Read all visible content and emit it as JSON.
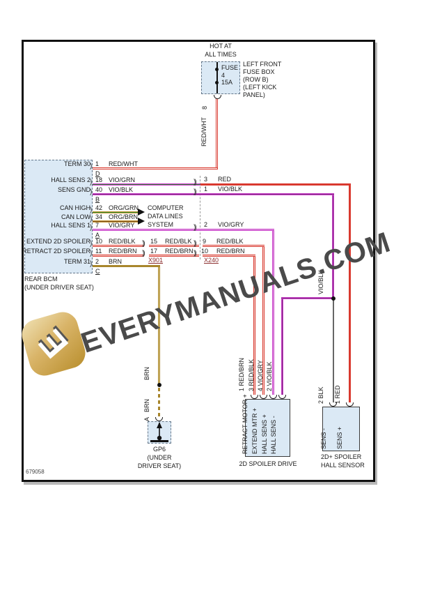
{
  "frame_code": "679058",
  "watermark": {
    "text": "EVERYMANUALS.COM",
    "logo_letter": "E"
  },
  "colors": {
    "red": "#d9392f",
    "violet": "#cf3fcf",
    "orange": "#c79738",
    "brown": "#a8862c",
    "box_fill": "#dbe9f5",
    "watermark": "#4a4a4a"
  },
  "fuse": {
    "hot_line1": "HOT AT",
    "hot_line2": "ALL TIMES",
    "label": "FUSE",
    "number": "4",
    "rating": "15A",
    "location": [
      "LEFT FRONT",
      "FUSE BOX",
      "(ROW B)",
      "(LEFT KICK",
      "PANEL)"
    ],
    "pin": "8"
  },
  "vertical_labels": {
    "red_wht": "RED/WHT",
    "vio_blk": "VIO/BLK",
    "brn_upper": "BRN",
    "brn_lower": "BRN",
    "gnd_pin": "A"
  },
  "bcm": {
    "title": [
      "REAR BCM",
      "(UNDER DRIVER SEAT)"
    ],
    "rows": [
      {
        "label": "TERM 30",
        "pin": "1",
        "wire": "RED/WHT",
        "letter": "D"
      },
      {
        "label": "HALL SENS 2",
        "pin": "18",
        "wire": "VIO/GRN",
        "letter": ""
      },
      {
        "label": "SENS GND",
        "pin": "40",
        "wire": "VIO/BLK",
        "letter": "B"
      },
      {
        "label": "CAN HIGH",
        "pin": "42",
        "wire": "ORG/GRN",
        "letter": ""
      },
      {
        "label": "CAN LOW",
        "pin": "34",
        "wire": "ORG/BRN",
        "letter": ""
      },
      {
        "label": "HALL SENS 1",
        "pin": "7",
        "wire": "VIO/GRY",
        "letter": "A"
      },
      {
        "label": "EXTEND 2D SPOILER",
        "pin": "10",
        "wire": "RED/BLK",
        "letter": ""
      },
      {
        "label": "RETRACT 2D SPOILER",
        "pin": "11",
        "wire": "RED/BRN",
        "letter": ""
      },
      {
        "label": "TERM 31",
        "pin": "2",
        "wire": "BRN",
        "letter": "C"
      }
    ]
  },
  "computer": {
    "lines": [
      "COMPUTER",
      "DATA LINES",
      "SYSTEM"
    ]
  },
  "x901": {
    "name": "X901",
    "rows": [
      {
        "pin": "15",
        "wire": "RED/BLK"
      },
      {
        "pin": "17",
        "wire": "RED/BRN"
      }
    ]
  },
  "x240": {
    "name": "X240",
    "rows": [
      {
        "pin": "3",
        "wire": "RED"
      },
      {
        "pin": "1",
        "wire": "VIO/BLK"
      },
      {
        "pin": "2",
        "wire": "VIO/GRY"
      },
      {
        "pin": "9",
        "wire": "RED/BLK"
      },
      {
        "pin": "10",
        "wire": "RED/BRN"
      }
    ]
  },
  "ground": {
    "name": "GP6",
    "location": [
      "(UNDER",
      "DRIVER SEAT)"
    ]
  },
  "drive": {
    "title": "2D SPOILER DRIVE",
    "pins": [
      {
        "pin": "1",
        "wire": "RED/BRN",
        "label": "RETRACT MOTOR +"
      },
      {
        "pin": "3",
        "wire": "RED/BLK",
        "label": "EXTEND MTR +"
      },
      {
        "pin": "4",
        "wire": "VIO/GRY",
        "label": "HALL SENS +"
      },
      {
        "pin": "2",
        "wire": "VIO/BLK",
        "label": "HALL SENS -"
      }
    ]
  },
  "hall": {
    "title_line1": "2D+ SPOILER",
    "title_line2": "HALL SENSOR",
    "pins": [
      {
        "pin": "2",
        "wire": "BLK",
        "label": "SENS -"
      },
      {
        "pin": "1",
        "wire": "RED",
        "label": "SENS +"
      }
    ]
  }
}
